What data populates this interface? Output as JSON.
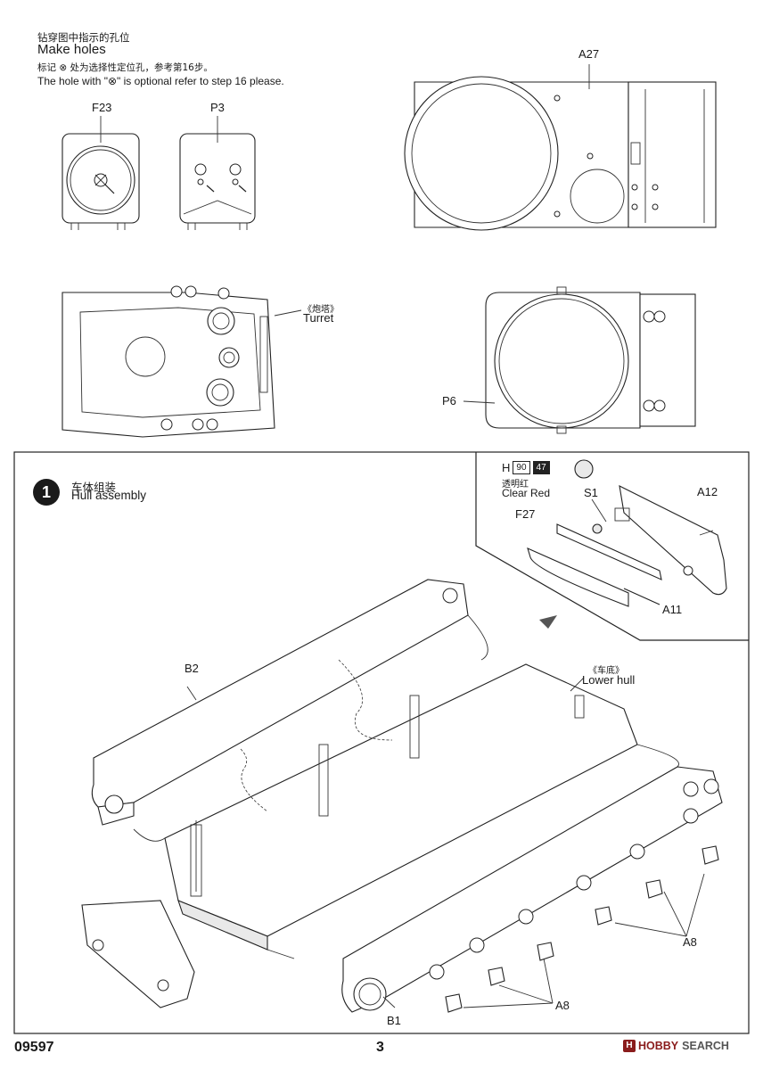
{
  "make_holes": {
    "title_cn": "钻穿图中指示的孔位",
    "title_en": "Make holes",
    "note_cn": "标记 ⊗ 处为选择性定位孔，参考第16步。",
    "note_en": "The hole with \"⊗\" is optional refer to step 16 please."
  },
  "part_labels": {
    "f23": "F23",
    "p3": "P3",
    "a27": "A27",
    "p6": "P6",
    "turret_cn": "《炮塔》",
    "turret_en": "Turret"
  },
  "step1": {
    "number": "1",
    "title_cn": "车体组装",
    "title_en": "Hull assembly",
    "paint_code": "H",
    "paint_num1": "90",
    "paint_num2": "47",
    "paint_cn": "透明红",
    "paint_en": "Clear Red",
    "labels": {
      "s1": "S1",
      "a12": "A12",
      "f27": "F27",
      "a11": "A11",
      "b2": "B2",
      "lower_hull_cn": "《车底》",
      "lower_hull_en": "Lower hull",
      "a8_right": "A8",
      "a8_bottom": "A8",
      "b1": "B1"
    }
  },
  "footer": {
    "kit_number": "09597",
    "page_number": "3",
    "watermark_brand": "HOBBY",
    "watermark_search": "SEARCH"
  },
  "colors": {
    "ink": "#1a1a1a",
    "watermark": "#8a1c1c"
  }
}
